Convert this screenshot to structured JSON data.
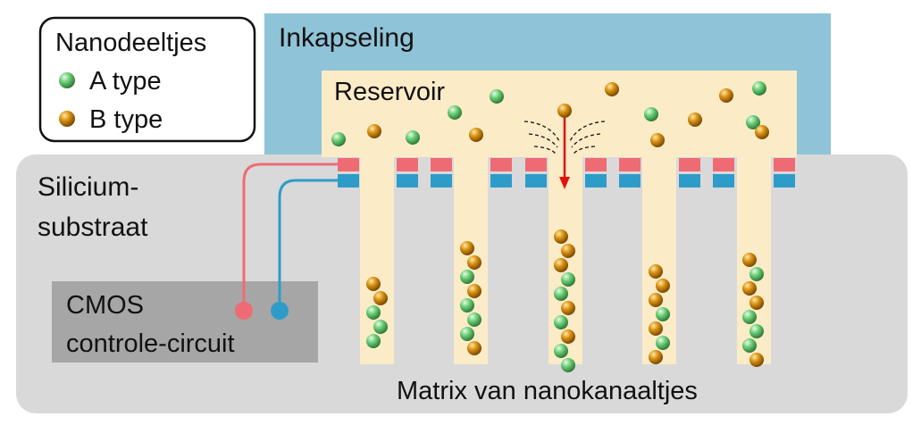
{
  "labels": {
    "encapsulation": "Inkapseling",
    "reservoir": "Reservoir",
    "substrate_line1": "Silicium-",
    "substrate_line2": "substraat",
    "cmos_line1": "CMOS",
    "cmos_line2": "controle-circuit",
    "matrix": "Matrix van nanokanaaltjes"
  },
  "legend": {
    "title": "Nanodeeltjes",
    "items": [
      {
        "label": "A type",
        "kind": "a"
      },
      {
        "label": "B type",
        "kind": "b"
      }
    ]
  },
  "colors": {
    "background": "#ffffff",
    "encapsulation": "#8fc3d8",
    "reservoir": "#fcebc7",
    "substrate": "#d9d9d9",
    "cmos": "#a6a6a6",
    "electrode_top": "#ef6b73",
    "electrode_bottom": "#2e9cc8",
    "flow_arrow": "#e0120c",
    "particle_a": "#5cc26a",
    "particle_b": "#d18a0e",
    "text": "#111111"
  },
  "channels": {
    "count": 5,
    "channel_1": {
      "particles": [
        "b",
        "b",
        "a",
        "a",
        "a"
      ]
    },
    "channel_2": {
      "particles": [
        "b",
        "b",
        "a",
        "b",
        "a",
        "a",
        "a",
        "b"
      ]
    },
    "channel_3": {
      "particles": [
        "b",
        "b",
        "b",
        "a",
        "a",
        "b",
        "a",
        "b",
        "a",
        "a"
      ]
    },
    "channel_4": {
      "particles": [
        "b",
        "b",
        "b",
        "a",
        "b",
        "a",
        "b"
      ]
    },
    "channel_5": {
      "particles": [
        "b",
        "a",
        "b",
        "b",
        "a",
        "a",
        "a",
        "b"
      ]
    }
  }
}
